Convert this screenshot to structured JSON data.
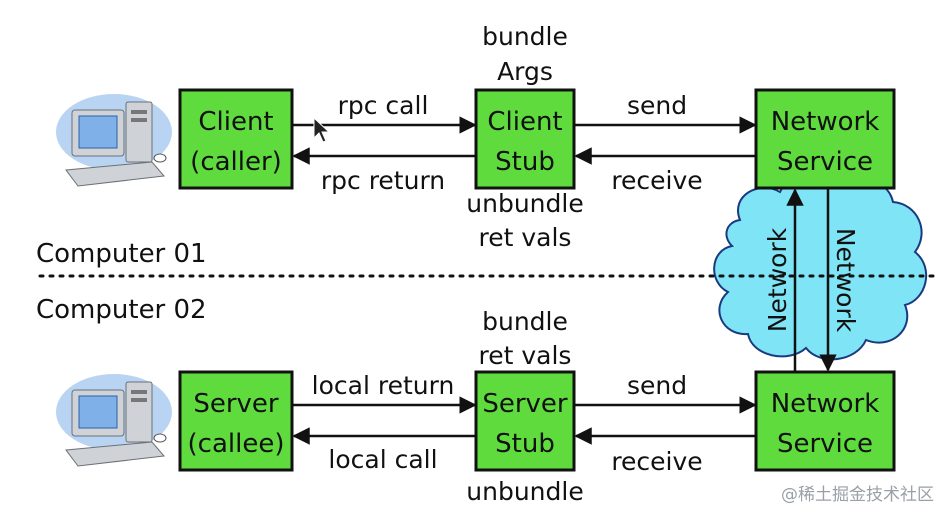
{
  "colors": {
    "box_fill": "#5fdb3e",
    "box_stroke": "#111111",
    "cloud_fill": "#7fe4f5",
    "cloud_stroke": "#1a3a80",
    "monitor_blue": "#7fb0e8",
    "computer_gray": "#cfd3d8"
  },
  "sections": {
    "top": "Computer 01",
    "bottom": "Computer 02"
  },
  "boxes": {
    "client": [
      "Client",
      "(caller)"
    ],
    "client_stub": [
      "Client",
      "Stub"
    ],
    "net_top": [
      "Network",
      "Service"
    ],
    "server": [
      "Server",
      "(callee)"
    ],
    "server_stub": [
      "Server",
      "Stub"
    ],
    "net_bottom": [
      "Network",
      "Service"
    ]
  },
  "labels": {
    "bundle_args": [
      "bundle",
      "Args"
    ],
    "unbundle_ret": [
      "unbundle",
      "ret vals"
    ],
    "bundle_ret": [
      "bundle",
      "ret vals"
    ],
    "unbundle": "unbundle",
    "rpc_call": "rpc call",
    "rpc_return": "rpc return",
    "send_top": "send",
    "receive_top": "receive",
    "local_return": "local return",
    "local_call": "local call",
    "send_bottom": "send",
    "receive_bottom": "receive",
    "network_left": "Network",
    "network_right": "Network"
  },
  "icons": {
    "computer": "desktop-computer-icon",
    "cloud": "cloud-icon",
    "cursor": "mouse-pointer-icon"
  },
  "watermark": "@稀土掘金技术社区"
}
